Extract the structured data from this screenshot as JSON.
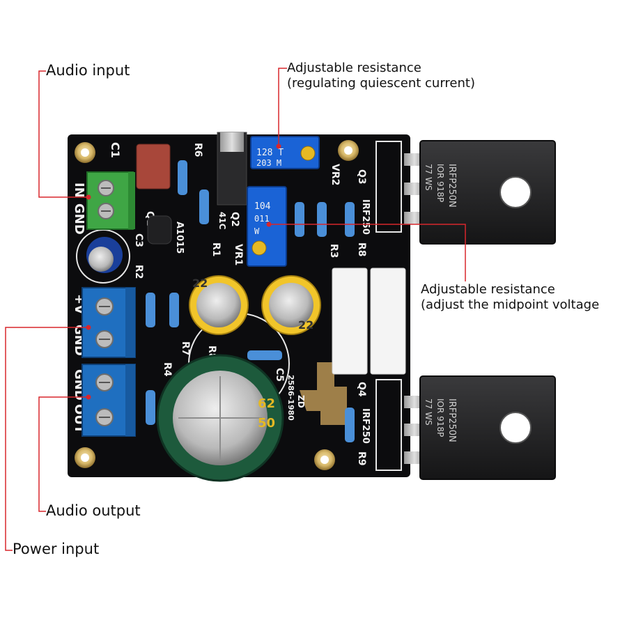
{
  "callouts": {
    "audio_input": "Audio input",
    "vr_top_line1": "Adjustable resistance",
    "vr_top_line2": "(regulating quiescent current)",
    "vr_mid_line1": "Adjustable resistance",
    "vr_mid_line2": "(adjust the midpoint voltage",
    "audio_output": "Audio output",
    "power_input": "Power input"
  },
  "board": {
    "silkscreen": {
      "in": "IN",
      "gnd_top": "GND",
      "plus_v": "+V",
      "gnd_mid": "GND",
      "gnd_low": "GND",
      "out": "OUT",
      "c1": "C1",
      "r6": "R6",
      "q1": "Q1",
      "c3": "C3",
      "a1015": "A1015",
      "r1": "R1",
      "r2": "R2",
      "q2": "Q2",
      "q2_code": "41C",
      "vr1": "VR1",
      "vr2": "VR2",
      "q3": "Q3",
      "q4": "Q4",
      "r3": "R3",
      "r8": "R8",
      "r9": "R9",
      "r7": "R7",
      "r4": "R4",
      "r82": "R82",
      "c5": "C5",
      "board_code": "2586-1980",
      "zd": "ZD",
      "irf_a": "IRF250",
      "irf_b": "IRF250"
    },
    "pot_vr2_code1": "128 T",
    "pot_vr2_code2": "203 M",
    "pot_vr1_code1": "104",
    "pot_vr1_code2": "011",
    "pot_vr1_code3": "W",
    "mosfet_top": {
      "line1": "IRFP250N",
      "line2": "IOR 918P",
      "line3": "77 WS"
    },
    "mosfet_bottom": {
      "line1": "IRFP250N",
      "line2": "IOR 918P",
      "line3": "77 WS"
    },
    "cap_small_a": "22",
    "cap_small_b": "22",
    "cap_big": "62",
    "cap_big_b": "50"
  },
  "colors": {
    "pcb": "#0c0c0e",
    "callout_line": "#d8262c",
    "terminal_blue": "#1f6fc0",
    "terminal_green": "#3fa645",
    "cap_yellow": "#f1c52a",
    "cap_green": "#1d5a3c",
    "pot_blue": "#1a63d6",
    "mosfet_body": "#1d1d1f"
  }
}
